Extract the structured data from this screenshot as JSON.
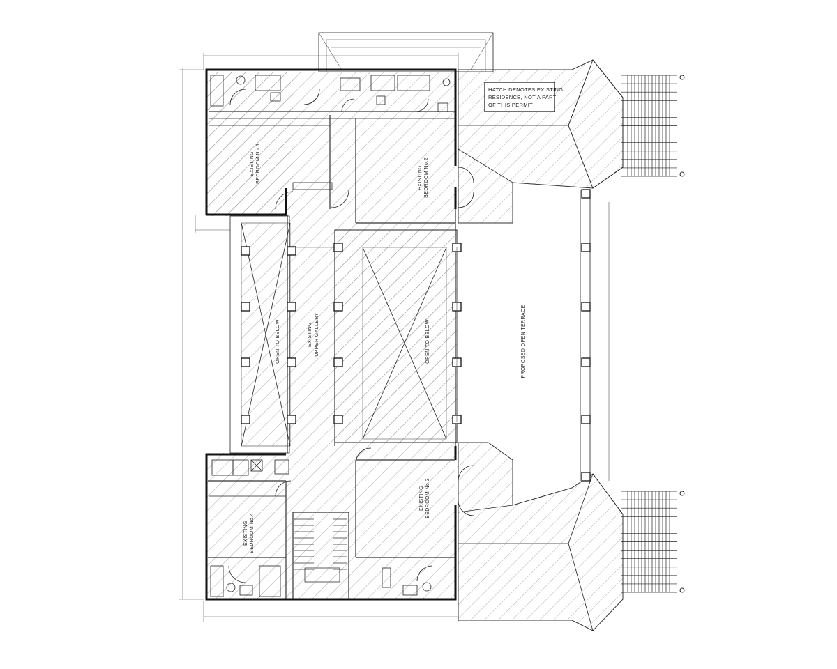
{
  "hatch_note": {
    "line1": "HATCH DENOTES EXISTING",
    "line2": "RESIDENCE, NOT A PART",
    "line3": "OF THIS PERMIT"
  },
  "rooms": {
    "bedroom5": {
      "line1": "EXISTING",
      "line2": "BEDROOM No.5"
    },
    "bedroom2": {
      "line1": "EXISTING",
      "line2": "BEDROOM No.2"
    },
    "bedroom3": {
      "line1": "EXISTING",
      "line2": "BEDROOM No.3"
    },
    "bedroom4": {
      "line1": "EXISTING",
      "line2": "BEDROOM No.4"
    },
    "gallery": {
      "line1": "EXISTING",
      "line2": "UPPER GALLERY"
    },
    "open_left": {
      "label": "OPEN TO BELOW"
    },
    "open_center": {
      "label": "OPEN TO BELOW"
    },
    "terrace": {
      "label": "PROPOSED OPEN TERRACE"
    }
  }
}
